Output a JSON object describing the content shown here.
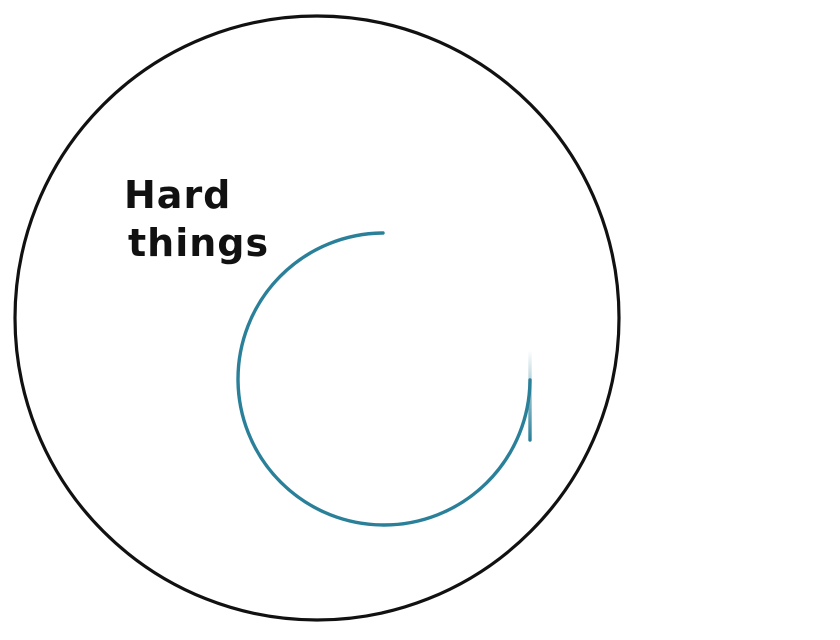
{
  "diagram": {
    "outer_region": {
      "label_line_1": "Hard",
      "label_line_2": "things",
      "stroke_color": "#111111"
    },
    "inner_region": {
      "label": "",
      "stroke_color": "#2a7f99",
      "shape": "open-arc"
    },
    "label_color": "#111111",
    "background_color": "#ffffff"
  }
}
